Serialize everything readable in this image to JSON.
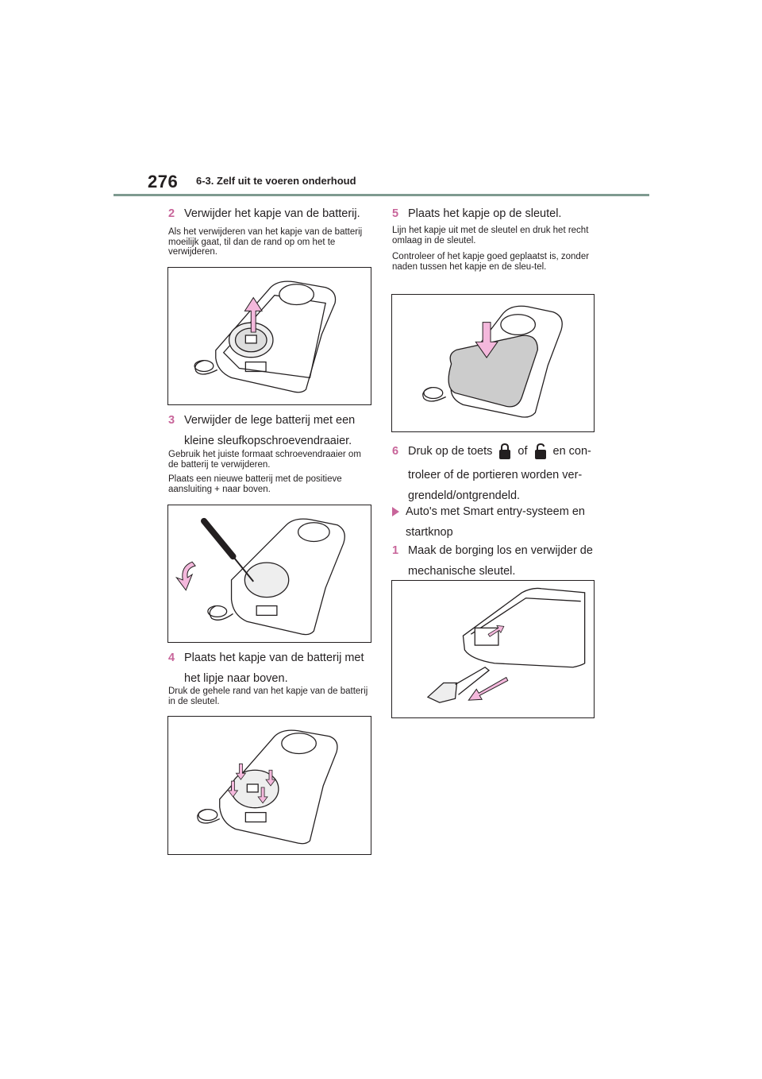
{
  "header": {
    "page_number": "276",
    "section_title": "6-3. Zelf uit te voeren onderhoud"
  },
  "left": {
    "step2": {
      "num": "2",
      "text": "Verwijder het kapje van de batterij."
    },
    "note2": "Als het verwijderen van het kapje van de batterij moeilijk gaat, til dan de rand op om het te verwijderen.",
    "step3": {
      "num": "3",
      "line1": "Verwijder de lege batterij met een",
      "line2": "kleine sleufkopschroevendraaier."
    },
    "note3a": "Gebruik het juiste formaat schroevendraaier om de batterij te verwijderen.",
    "note3b": "Plaats een nieuwe batterij met de positieve aansluiting + naar boven.",
    "step4": {
      "num": "4",
      "line1": "Plaats het kapje van de batterij met",
      "line2": "het lipje naar boven."
    },
    "note4": "Druk de gehele rand van het kapje van de batterij in de sleutel."
  },
  "right": {
    "step5": {
      "num": "5",
      "text": "Plaats het kapje op de sleutel."
    },
    "note5a": "Lijn het kapje uit met de sleutel en druk het recht omlaag in de sleutel.",
    "note5b": "Controleer of het kapje goed geplaatst is, zonder naden tussen het kapje en de sleu-tel.",
    "step6": {
      "num": "6",
      "part1": "Druk op de toets",
      "part2": "of",
      "part3": "en con-",
      "line2": "troleer of de portieren worden ver-",
      "line3": "grendeld/ontgrendeld."
    },
    "bullet": {
      "line1": "Auto's met Smart entry-systeem en",
      "line2": "startknop"
    },
    "step1": {
      "num": "1",
      "line1": "Maak de borging los en verwijder de",
      "line2": "mechanische sleutel."
    }
  },
  "icons": [
    "lock-icon",
    "unlock-icon",
    "key-fob-illustration"
  ],
  "colors": {
    "accent": "#c8659a",
    "rule": "#7f9a90",
    "arrow_fill": "#f4b8dc",
    "text": "#231f20"
  }
}
